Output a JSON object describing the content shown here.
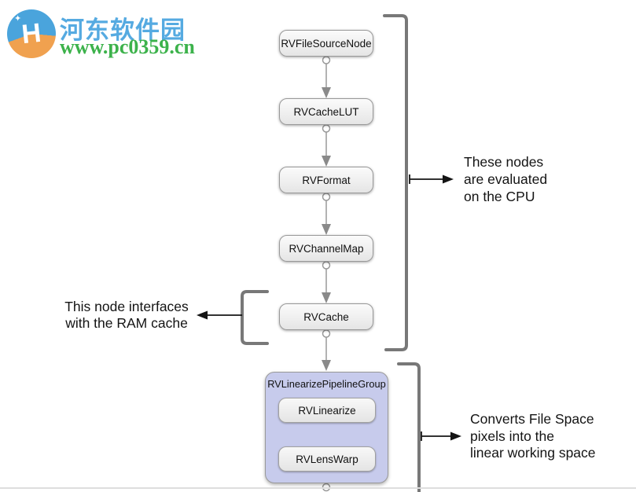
{
  "watermark": {
    "site_name": "河东软件园",
    "site_url": "www.pc0359.cn"
  },
  "diagram": {
    "nodes": [
      {
        "label": "RVFileSourceNode"
      },
      {
        "label": "RVCacheLUT"
      },
      {
        "label": "RVFormat"
      },
      {
        "label": "RVChannelMap"
      },
      {
        "label": "RVCache"
      }
    ],
    "group": {
      "label": "RVLinearizePipelineGroup",
      "nodes": [
        {
          "label": "RVLinearize"
        },
        {
          "label": "RVLensWarp"
        }
      ]
    },
    "annotations": {
      "cpu": {
        "lines": [
          "These nodes",
          "are evaluated",
          "on the CPU"
        ]
      },
      "ram": {
        "lines": [
          "This node interfaces",
          "with the RAM cache"
        ]
      },
      "linearize": {
        "lines": [
          "Converts File Space",
          "pixels into the",
          "linear working space"
        ]
      }
    }
  },
  "colors": {
    "group_fill": "#c7cbec",
    "node_fill": "#efefef",
    "node_border": "#999999",
    "connector_gray": "#999999",
    "arrowhead_gray": "#8a8a8a",
    "bracket_gray": "#787878",
    "annotation_black": "#141414",
    "watermark_blue": "#55aae1",
    "watermark_green": "#3cb24b",
    "watermark_orange": "#f0a14f"
  }
}
